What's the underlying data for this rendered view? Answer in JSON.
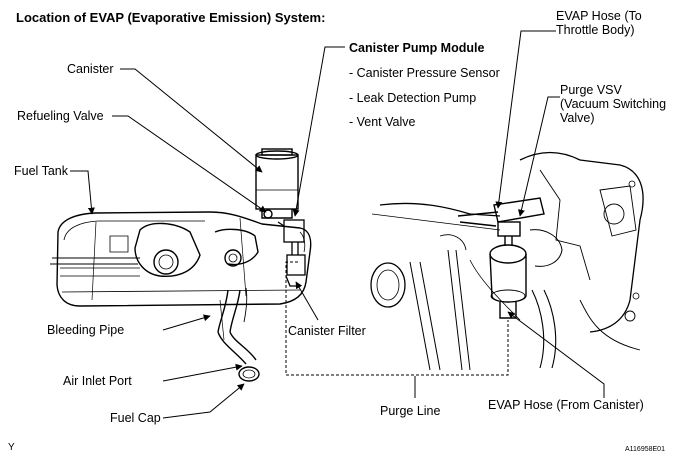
{
  "title": "Location of EVAP (Evaporative Emission) System:",
  "module": {
    "heading": "Canister Pump Module",
    "items": [
      "- Canister Pressure Sensor",
      "- Leak Detection Pump",
      "- Vent Valve"
    ]
  },
  "labels": {
    "canister": "Canister",
    "refueling_valve": "Refueling Valve",
    "fuel_tank": "Fuel Tank",
    "bleeding_pipe": "Bleeding Pipe",
    "air_inlet_port": "Air Inlet Port",
    "fuel_cap": "Fuel Cap",
    "canister_filter": "Canister  Filter",
    "evap_hose_throttle": "EVAP Hose (To\nThrottle Body)",
    "purge_vsv": "Purge VSV\n(Vacuum Switching\nValve)",
    "purge_line": "Purge Line",
    "evap_hose_canister": "EVAP Hose (From Canister)"
  },
  "corner": {
    "left": "Y",
    "right": "A116958E01"
  }
}
